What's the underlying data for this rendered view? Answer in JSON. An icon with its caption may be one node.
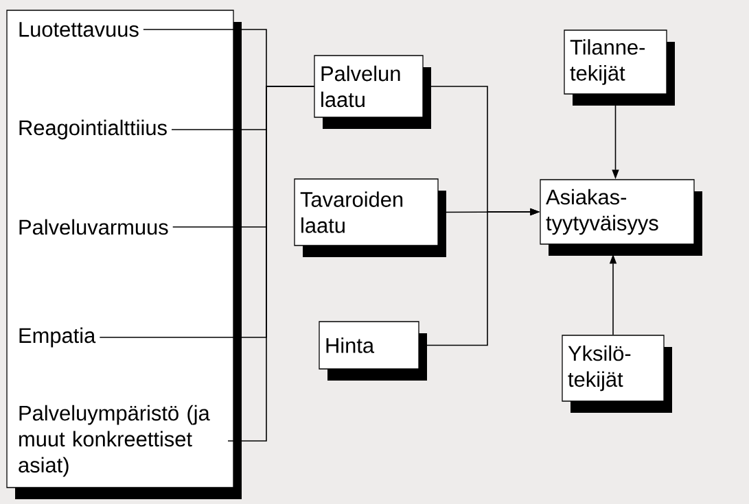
{
  "diagram": {
    "nodes": [
      {
        "text": [],
        "shape": "box"
      },
      {
        "text": [
          "Luotettavuus"
        ],
        "in": 0
      },
      {
        "text": [
          "Reagointialttiius"
        ],
        "in": 0
      },
      {
        "text": [
          "Palveluvarmuus"
        ],
        "in": 0
      },
      {
        "text": [
          "Empatia"
        ],
        "in": 0
      },
      {
        "text": [
          "Palveluympäristö (ja muut konkreettiset asiat)"
        ],
        "in": 0
      },
      {
        "text": [
          "Palvelun laatu"
        ]
      },
      {
        "text": [
          "Tavaroiden laatu"
        ]
      },
      {
        "text": [
          "Hinta"
        ]
      },
      {
        "text": [
          "Tilanne-tekijät"
        ]
      },
      {
        "text": [
          "Asiakas-tyytyväisyys"
        ]
      },
      {
        "text": [
          "Yksilö-tekijät"
        ]
      }
    ],
    "edges": [
      {
        "from": 1,
        "to": 6,
        "arrow": "none"
      },
      {
        "from": 2,
        "to": 6,
        "arrow": "none"
      },
      {
        "from": 3,
        "to": 6,
        "arrow": "none"
      },
      {
        "from": 4,
        "to": 6,
        "arrow": "none"
      },
      {
        "from": 5,
        "to": 6,
        "arrow": "none"
      },
      {
        "from": 6,
        "to": 10,
        "arrow": "to"
      },
      {
        "from": 7,
        "to": 10,
        "arrow": "to"
      },
      {
        "from": 8,
        "to": 10,
        "arrow": "to"
      },
      {
        "from": 9,
        "to": 10,
        "arrow": "to"
      },
      {
        "from": 11,
        "to": 10,
        "arrow": "to"
      }
    ]
  }
}
